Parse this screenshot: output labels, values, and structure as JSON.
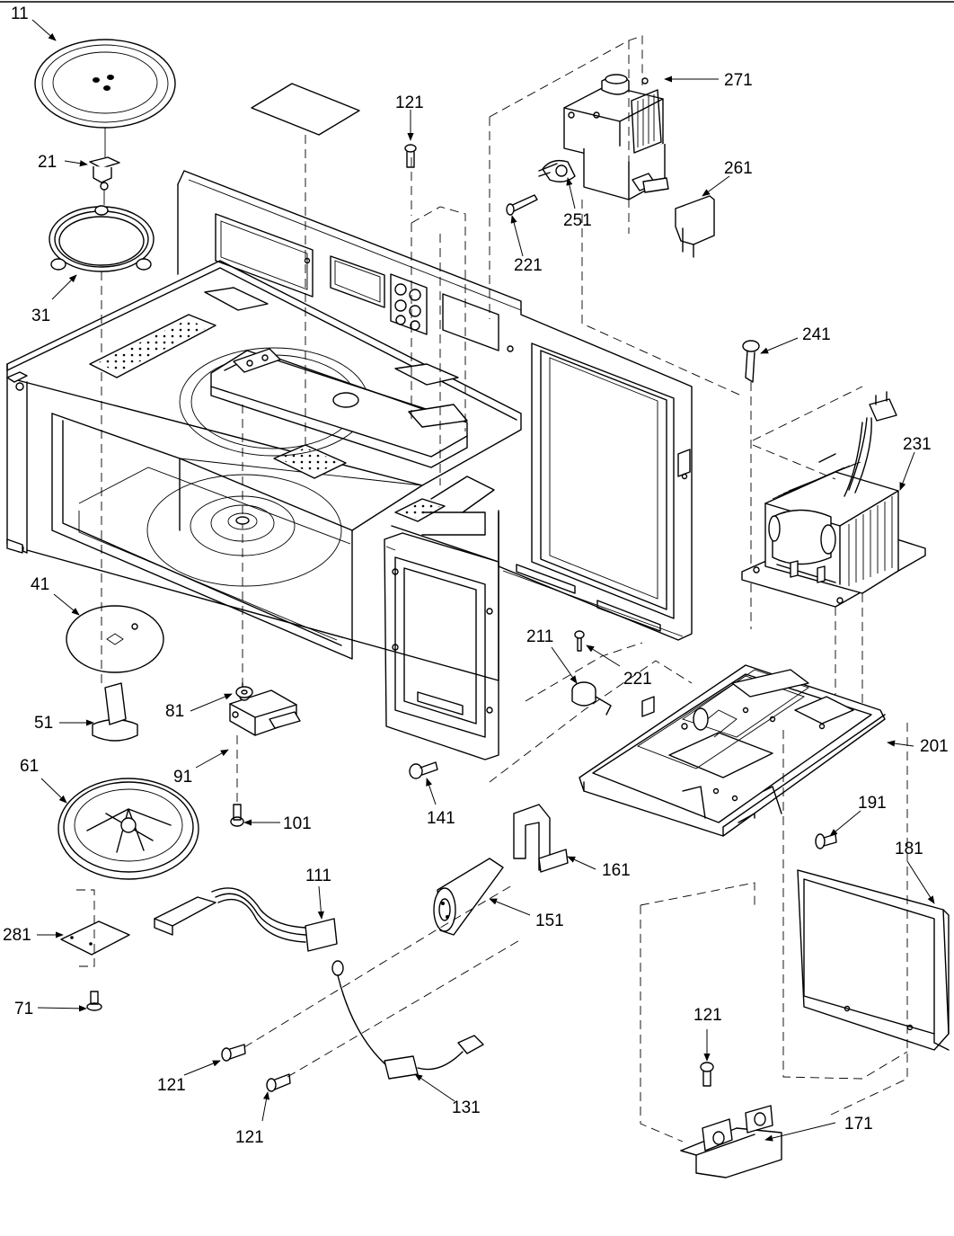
{
  "callouts": {
    "p11": "11",
    "p21": "21",
    "p31": "31",
    "p41": "41",
    "p51": "51",
    "p61": "61",
    "p71": "71",
    "p81": "81",
    "p91": "91",
    "p101": "101",
    "p111": "111",
    "p121a": "121",
    "p121b": "121",
    "p121c": "121",
    "p121d": "121",
    "p131": "131",
    "p141": "141",
    "p151": "151",
    "p161": "161",
    "p171": "171",
    "p181": "181",
    "p191": "191",
    "p201": "201",
    "p211": "211",
    "p221a": "221",
    "p221b": "221",
    "p231": "231",
    "p241": "241",
    "p251": "251",
    "p261": "261",
    "p271": "271",
    "p281": "281"
  },
  "colors": {
    "line": "#000000",
    "background": "#ffffff"
  }
}
